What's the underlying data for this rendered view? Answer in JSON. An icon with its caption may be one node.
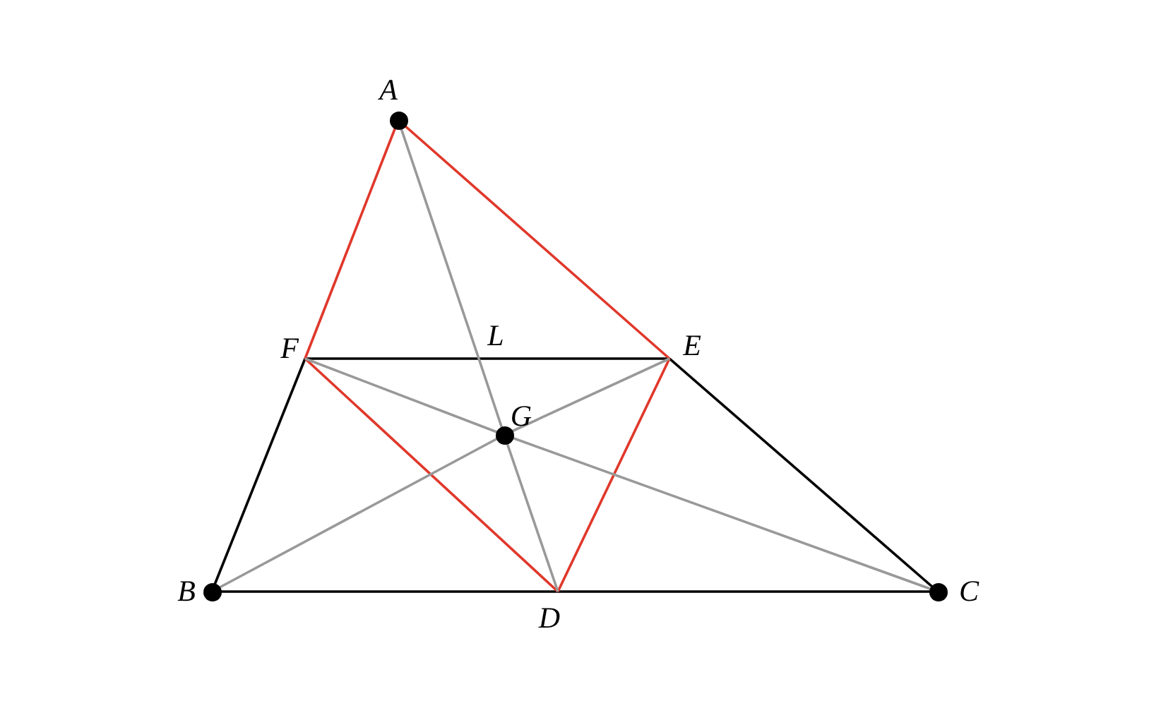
{
  "diagram": {
    "nodes": [
      {
        "text": [
          "A"
        ]
      },
      {
        "text": [
          "B"
        ]
      },
      {
        "text": [
          "C"
        ]
      },
      {
        "text": [
          "D"
        ]
      },
      {
        "text": [
          "E"
        ]
      },
      {
        "text": [
          "F"
        ]
      },
      {
        "text": [
          "G"
        ]
      },
      {
        "text": [
          "L"
        ]
      }
    ],
    "edges": [
      {
        "from": 5,
        "to": 7,
        "arrow": "none",
        "color": "#000000"
      },
      {
        "from": 7,
        "to": 4,
        "arrow": "none",
        "color": "#000000"
      },
      {
        "from": 5,
        "to": 1,
        "arrow": "none",
        "color": "#000000"
      },
      {
        "from": 4,
        "to": 2,
        "arrow": "none",
        "color": "#000000"
      },
      {
        "from": 1,
        "to": 3,
        "arrow": "none",
        "color": "#000000"
      },
      {
        "from": 3,
        "to": 2,
        "arrow": "none",
        "color": "#000000"
      },
      {
        "from": 0,
        "to": 5,
        "arrow": "none",
        "color": "#e0382b"
      },
      {
        "from": 0,
        "to": 4,
        "arrow": "none",
        "color": "#e0382b"
      },
      {
        "from": 5,
        "to": 3,
        "arrow": "none",
        "color": "#e0382b"
      },
      {
        "from": 4,
        "to": 3,
        "arrow": "none",
        "color": "#e0382b"
      },
      {
        "from": 0,
        "to": 7,
        "arrow": "none"
      },
      {
        "from": 7,
        "to": 6,
        "arrow": "none"
      },
      {
        "from": 6,
        "to": 3,
        "arrow": "none"
      },
      {
        "from": 1,
        "to": 6,
        "arrow": "none"
      },
      {
        "from": 6,
        "to": 4,
        "arrow": "none"
      },
      {
        "from": 2,
        "to": 6,
        "arrow": "none"
      },
      {
        "from": 6,
        "to": 5,
        "arrow": "none"
      }
    ]
  }
}
